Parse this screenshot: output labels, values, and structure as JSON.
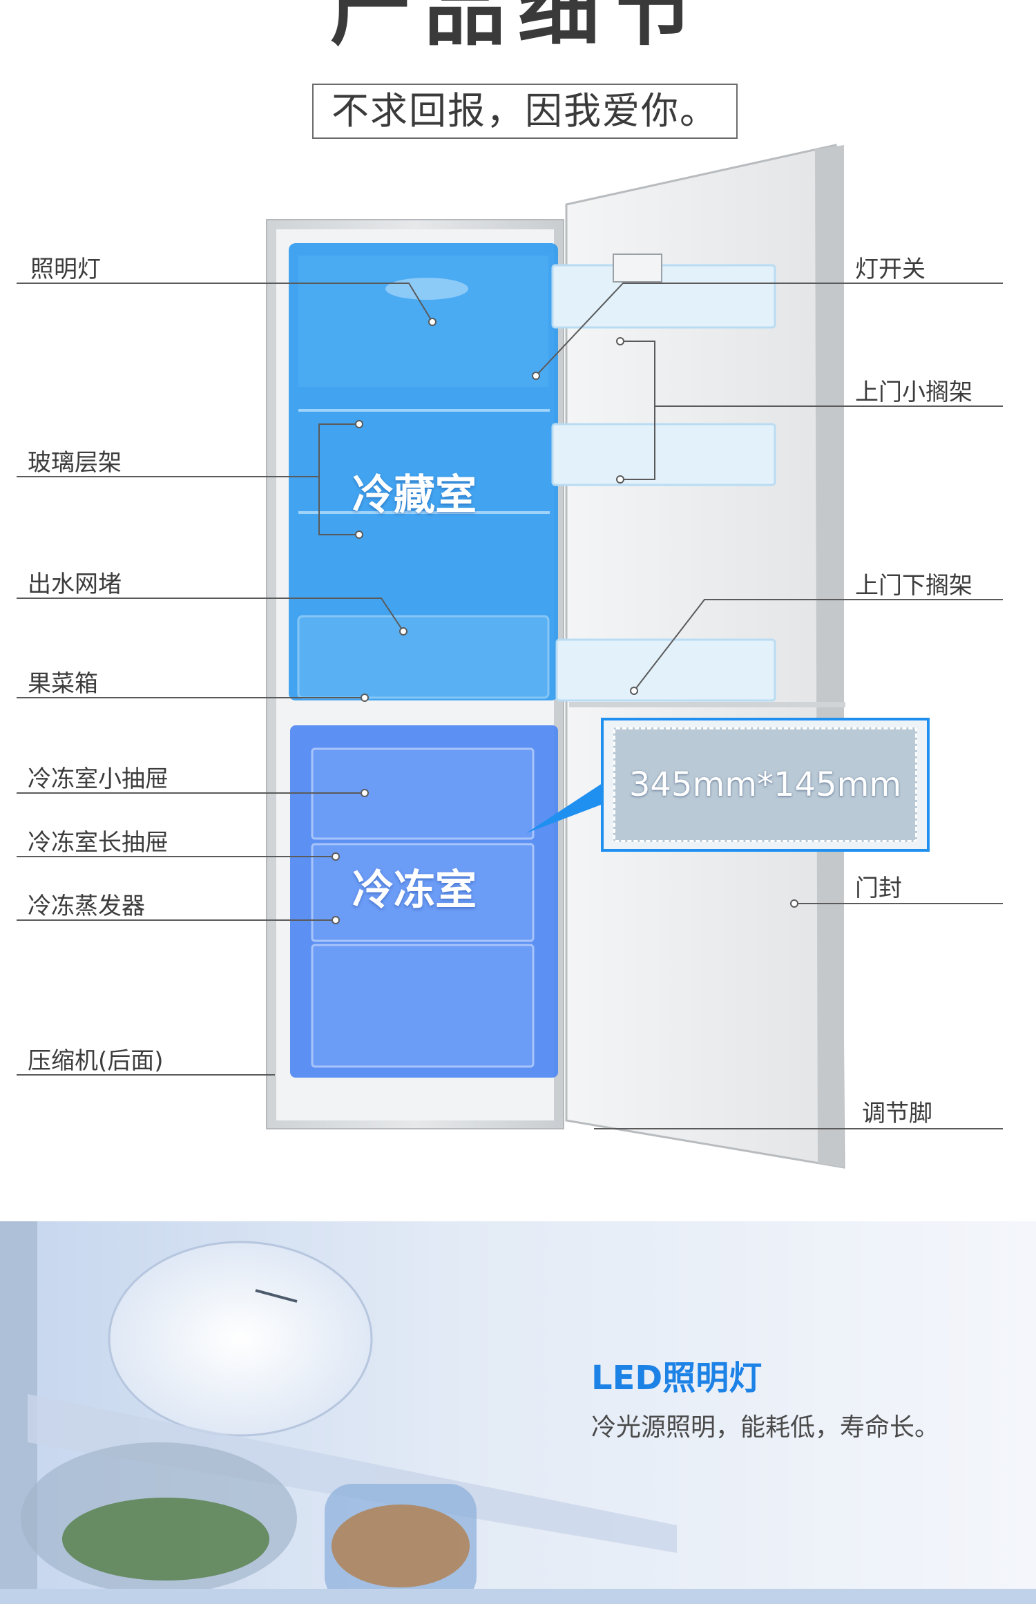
{
  "header": {
    "title": "产品细节",
    "subtitle": "不求回报，因我爱你。"
  },
  "diagram": {
    "zones": {
      "fridge": "冷藏室",
      "freezer": "冷冻室"
    },
    "left_labels": [
      "照明灯",
      "玻璃层架",
      "出水网堵",
      "果菜箱",
      "冷冻室小抽屉",
      "冷冻室长抽屉",
      "冷冻蒸发器",
      "压缩机(后面)"
    ],
    "right_labels": [
      "灯开关",
      "上门小搁架",
      "上门下搁架",
      "门封",
      "调节脚"
    ],
    "drawer_dimension": "345mm*145mm"
  },
  "feature": {
    "title": "LED照明灯",
    "description": "冷光源照明，能耗低，寿命长。"
  },
  "colors": {
    "fridge_zone": "#2f9bf0",
    "freezer_zone": "#4b86f3",
    "accent": "#1d82e6"
  }
}
